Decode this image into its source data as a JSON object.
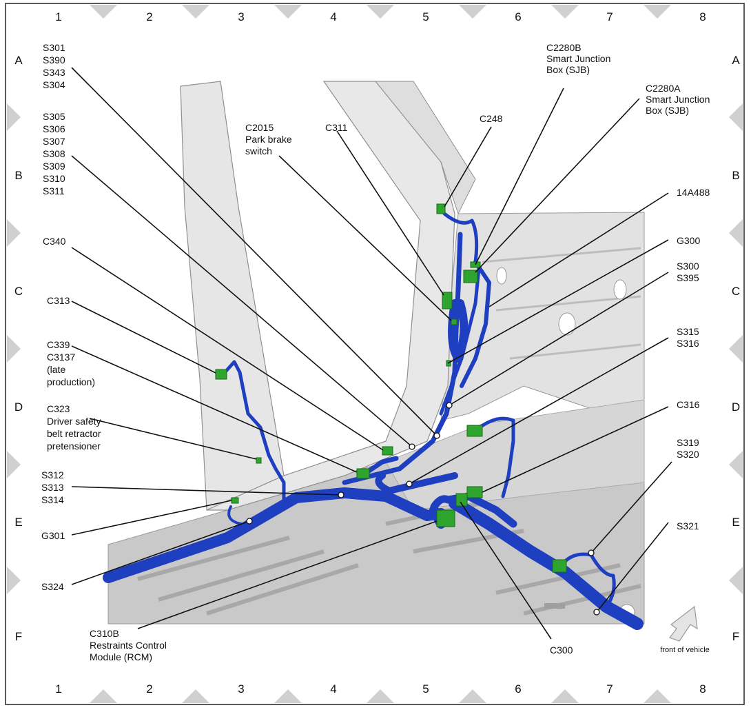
{
  "grid": {
    "columns": [
      "1",
      "2",
      "3",
      "4",
      "5",
      "6",
      "7",
      "8"
    ],
    "rows": [
      "A",
      "B",
      "C",
      "D",
      "E",
      "F"
    ]
  },
  "colors": {
    "harness": "#1e3fbf",
    "connector": "#2fa42f",
    "body_panel": "#dcdcdc",
    "border_triangle": "#d0d0d0",
    "leader_line": "#111111"
  },
  "callouts": [
    {
      "id": "s301-group",
      "lines": [
        "S301",
        "S390",
        "S343",
        "S304"
      ]
    },
    {
      "id": "s305-group",
      "lines": [
        "S305",
        "S306",
        "S307",
        "S308",
        "S309",
        "S310",
        "S311"
      ]
    },
    {
      "id": "c340",
      "lines": [
        "C340"
      ]
    },
    {
      "id": "c313",
      "lines": [
        "C313"
      ]
    },
    {
      "id": "c339",
      "lines": [
        "C339",
        "C3137",
        "(late",
        "production)"
      ]
    },
    {
      "id": "c323",
      "lines": [
        "C323",
        "Driver safety",
        "belt retractor",
        "pretensioner"
      ]
    },
    {
      "id": "s312-group",
      "lines": [
        "S312",
        "S313",
        "S314"
      ]
    },
    {
      "id": "g301",
      "lines": [
        "G301"
      ]
    },
    {
      "id": "s324",
      "lines": [
        "S324"
      ]
    },
    {
      "id": "c310b",
      "lines": [
        "C310B",
        "Restraints Control",
        "Module (RCM)"
      ]
    },
    {
      "id": "c2015",
      "lines": [
        "C2015",
        "Park brake",
        "switch"
      ]
    },
    {
      "id": "c311",
      "lines": [
        "C311"
      ]
    },
    {
      "id": "c248",
      "lines": [
        "C248"
      ]
    },
    {
      "id": "c2280b",
      "lines": [
        "C2280B",
        "Smart Junction",
        "Box (SJB)"
      ]
    },
    {
      "id": "c2280a",
      "lines": [
        "C2280A",
        "Smart Junction",
        "Box (SJB)"
      ]
    },
    {
      "id": "14a488",
      "lines": [
        "14A488"
      ]
    },
    {
      "id": "g300",
      "lines": [
        "G300"
      ]
    },
    {
      "id": "s300-group",
      "lines": [
        "S300",
        "S395"
      ]
    },
    {
      "id": "s315-group",
      "lines": [
        "S315",
        "S316"
      ]
    },
    {
      "id": "c316",
      "lines": [
        "C316"
      ]
    },
    {
      "id": "s319-group",
      "lines": [
        "S319",
        "S320"
      ]
    },
    {
      "id": "s321",
      "lines": [
        "S321"
      ]
    },
    {
      "id": "c300",
      "lines": [
        "C300"
      ]
    }
  ],
  "front_indicator": {
    "label": "front of vehicle",
    "icon": "arrow-icon"
  }
}
